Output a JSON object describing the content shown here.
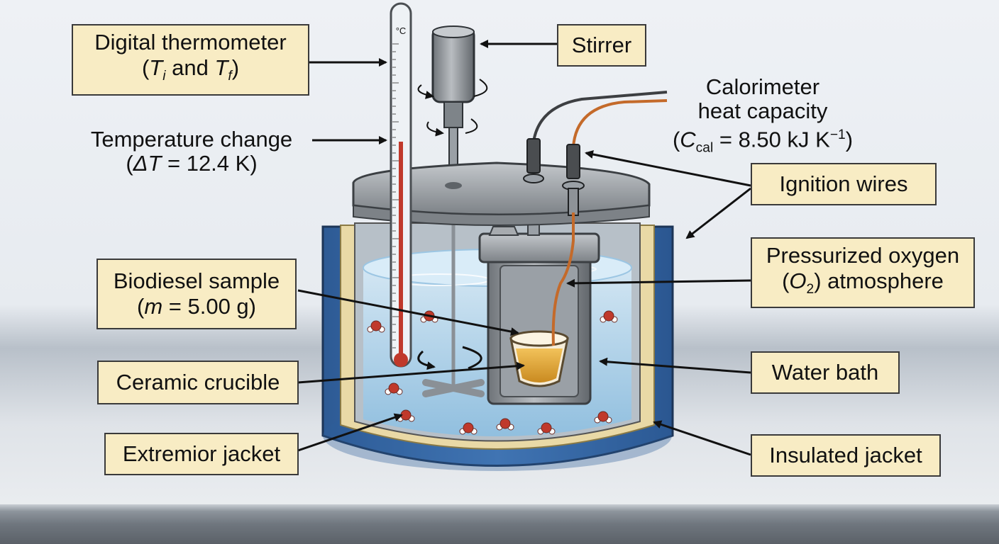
{
  "labels": {
    "digital_thermometer": {
      "line1": "Digital thermometer",
      "sym1": "T",
      "sub1": "i",
      "and": " and ",
      "sym2": "T",
      "sub2": "f"
    },
    "stirrer": "Stirrer",
    "calorimeter_heat_capacity": {
      "line1": "Calorimeter",
      "line2": "heat capacity",
      "sym": "C",
      "sub": "cal",
      "value": " = 8.50 kJ K",
      "sup": "−1"
    },
    "temperature_change": {
      "line1": "Temperature change",
      "sym": "ΔT",
      "value": " = 12.4 K"
    },
    "ignition_wires": "Ignition wires",
    "pressurized_oxygen": {
      "line1": "Pressurized oxygen",
      "sym": "O",
      "sub": "2",
      "rest": " atmosphere"
    },
    "biodiesel_sample": {
      "line1": "Biodiesel sample",
      "sym": "m",
      "value": " = 5.00 g"
    },
    "water_bath": "Water bath",
    "ceramic_crucible": "Ceramic crucible",
    "extremior_jacket": "Extremior jacket",
    "insulated_jacket": "Insulated jacket",
    "thermometer_unit": "°C"
  },
  "colors": {
    "callout_fill": "#f8ecc4",
    "outer_jacket": "#3f72b0",
    "insulation": "#e9d9a6",
    "water": "#a9cde6",
    "steel": "#8e9398",
    "thermometer_red": "#c0392b",
    "wire_copper": "#c46a2a",
    "sample_liquid": "#e2a93a"
  }
}
